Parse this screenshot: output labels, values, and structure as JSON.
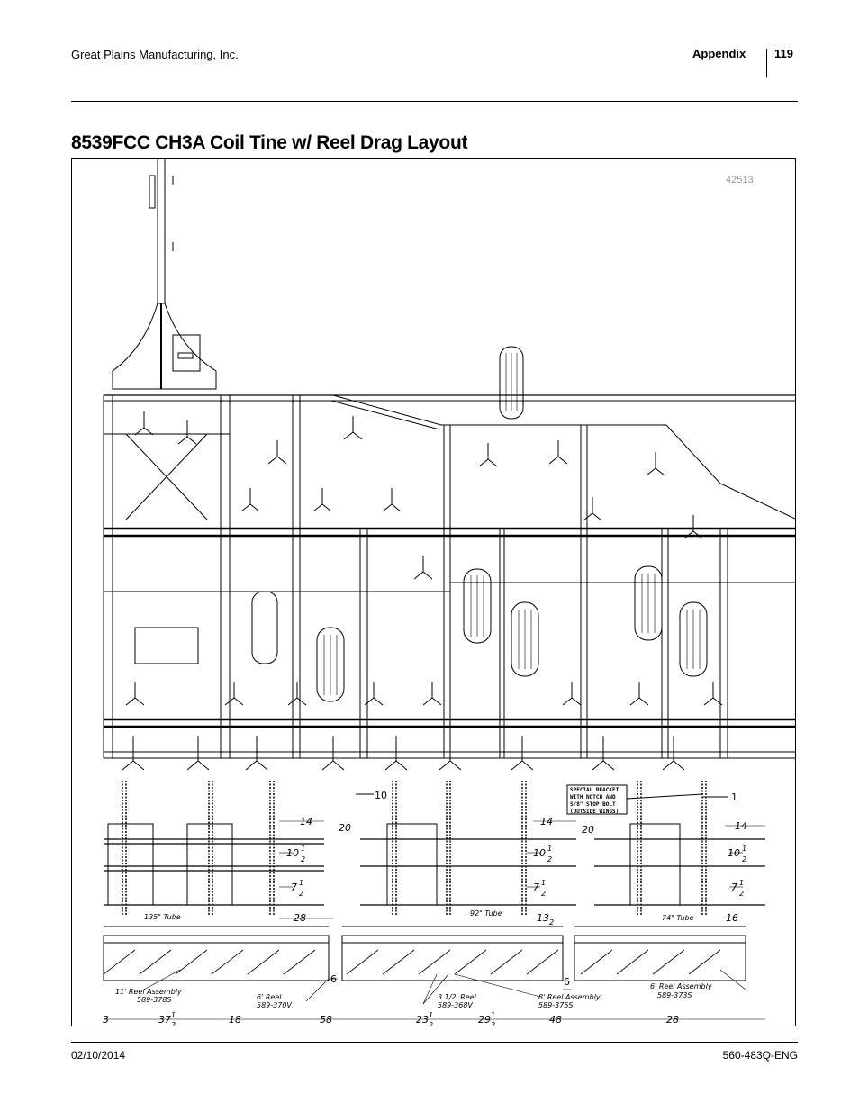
{
  "header": {
    "company": "Great Plains Manufacturing, Inc.",
    "section": "Appendix",
    "page_number": "119"
  },
  "title": "8539FCC CH3A Coil Tine w/ Reel Drag Layout",
  "figure": {
    "figure_number": "42513",
    "callouts": {
      "special_bracket": [
        "SPECIAL BRACKET",
        "WITH NOTCH AND",
        "5/8\" STOP BOLT",
        "(OUTSIDE WINGS)"
      ],
      "num_10": "10",
      "num_1": "1"
    },
    "dims_upper": {
      "d14a": "14",
      "d20a": "20",
      "d14b": "14",
      "d20b": "20",
      "d14c": "14",
      "d10a_whole": "10",
      "d10a_num": "1",
      "d10a_den": "2",
      "d10b_whole": "10",
      "d10b_num": "1",
      "d10b_den": "2",
      "d10c_whole": "10",
      "d10c_num": "1",
      "d10c_den": "2",
      "d7a_whole": "7",
      "d7a_num": "1",
      "d7a_den": "2",
      "d7b_whole": "7",
      "d7b_num": "1",
      "d7b_den": "2",
      "d7c_whole": "7",
      "d7c_num": "1",
      "d7c_den": "2",
      "d28": "28",
      "d13_whole": "13",
      "d13_den": "2",
      "d16": "16",
      "d6a": "6",
      "d6b": "6"
    },
    "tubes": {
      "t135": "135\" Tube",
      "t92": "92\" Tube",
      "t74": "74\" Tube"
    },
    "reel_labels": {
      "r11_name": "11' Reel Assembly",
      "r11_part": "589-378S",
      "r6_name": "6' Reel",
      "r6_part": "589-370V",
      "r35_name": "3 1/2' Reel",
      "r35_part": "589-368V",
      "r8_name": "8' Reel Assembly",
      "r8_part": "589-375S",
      "r6b_name": "6' Reel Assembly",
      "r6b_part": "589-373S"
    },
    "dims_bottom": {
      "b3": "3",
      "b37_whole": "37",
      "b37_num": "1",
      "b37_den": "2",
      "b18": "18",
      "b58": "58",
      "b23_whole": "23",
      "b23_num": "1",
      "b23_den": "2",
      "b29_whole": "29",
      "b29_num": "1",
      "b29_den": "2",
      "b48": "48",
      "b28": "28"
    }
  },
  "footer": {
    "date": "02/10/2014",
    "doc_number": "560-483Q-ENG"
  }
}
